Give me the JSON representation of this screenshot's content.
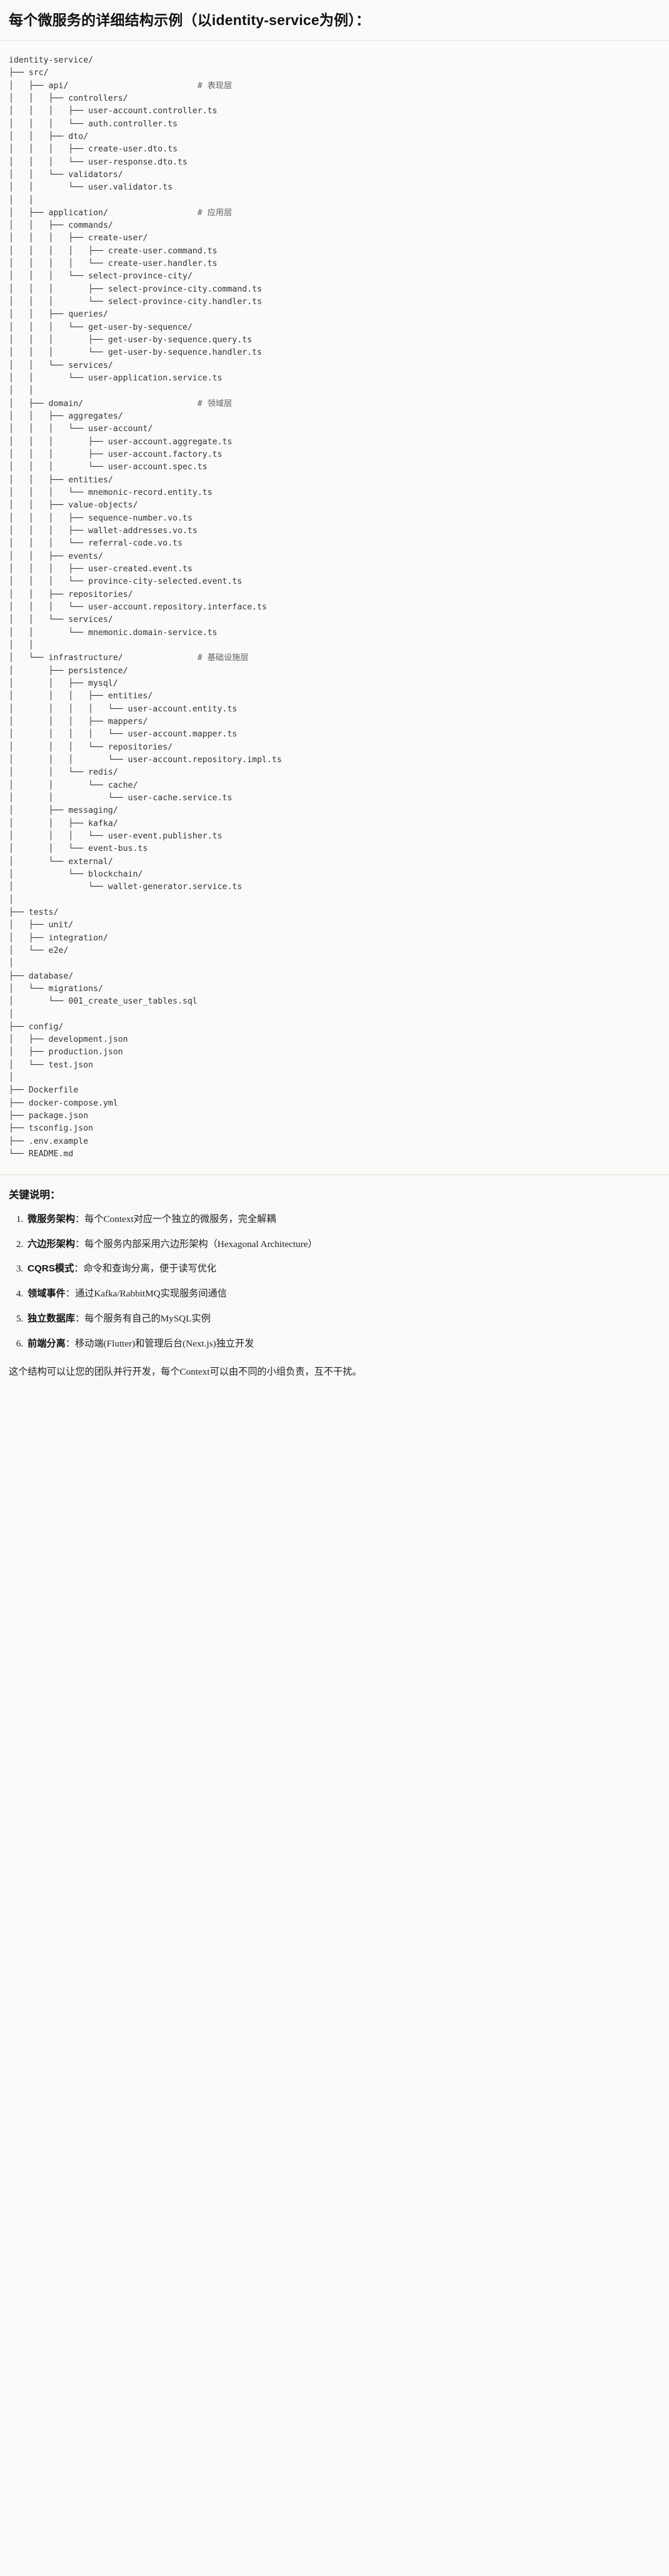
{
  "heading": "每个微服务的详细结构示例（以identity-service为例）：",
  "tree": {
    "root_label": "identity-service/",
    "comment_prefix": "# ",
    "lines": [
      {
        "text": "identity-service/",
        "comment": ""
      },
      {
        "text": "├── src/",
        "comment": ""
      },
      {
        "text": "│   ├── api/",
        "comment": "# 表现层"
      },
      {
        "text": "│   │   ├── controllers/",
        "comment": ""
      },
      {
        "text": "│   │   │   ├── user-account.controller.ts",
        "comment": ""
      },
      {
        "text": "│   │   │   └── auth.controller.ts",
        "comment": ""
      },
      {
        "text": "│   │   ├── dto/",
        "comment": ""
      },
      {
        "text": "│   │   │   ├── create-user.dto.ts",
        "comment": ""
      },
      {
        "text": "│   │   │   └── user-response.dto.ts",
        "comment": ""
      },
      {
        "text": "│   │   └── validators/",
        "comment": ""
      },
      {
        "text": "│   │       └── user.validator.ts",
        "comment": ""
      },
      {
        "text": "│   │",
        "comment": ""
      },
      {
        "text": "│   ├── application/",
        "comment": "# 应用层"
      },
      {
        "text": "│   │   ├── commands/",
        "comment": ""
      },
      {
        "text": "│   │   │   ├── create-user/",
        "comment": ""
      },
      {
        "text": "│   │   │   │   ├── create-user.command.ts",
        "comment": ""
      },
      {
        "text": "│   │   │   │   └── create-user.handler.ts",
        "comment": ""
      },
      {
        "text": "│   │   │   └── select-province-city/",
        "comment": ""
      },
      {
        "text": "│   │   │       ├── select-province-city.command.ts",
        "comment": ""
      },
      {
        "text": "│   │   │       └── select-province-city.handler.ts",
        "comment": ""
      },
      {
        "text": "│   │   ├── queries/",
        "comment": ""
      },
      {
        "text": "│   │   │   └── get-user-by-sequence/",
        "comment": ""
      },
      {
        "text": "│   │   │       ├── get-user-by-sequence.query.ts",
        "comment": ""
      },
      {
        "text": "│   │   │       └── get-user-by-sequence.handler.ts",
        "comment": ""
      },
      {
        "text": "│   │   └── services/",
        "comment": ""
      },
      {
        "text": "│   │       └── user-application.service.ts",
        "comment": ""
      },
      {
        "text": "│   │",
        "comment": ""
      },
      {
        "text": "│   ├── domain/",
        "comment": "# 领域层"
      },
      {
        "text": "│   │   ├── aggregates/",
        "comment": ""
      },
      {
        "text": "│   │   │   └── user-account/",
        "comment": ""
      },
      {
        "text": "│   │   │       ├── user-account.aggregate.ts",
        "comment": ""
      },
      {
        "text": "│   │   │       ├── user-account.factory.ts",
        "comment": ""
      },
      {
        "text": "│   │   │       └── user-account.spec.ts",
        "comment": ""
      },
      {
        "text": "│   │   ├── entities/",
        "comment": ""
      },
      {
        "text": "│   │   │   └── mnemonic-record.entity.ts",
        "comment": ""
      },
      {
        "text": "│   │   ├── value-objects/",
        "comment": ""
      },
      {
        "text": "│   │   │   ├── sequence-number.vo.ts",
        "comment": ""
      },
      {
        "text": "│   │   │   ├── wallet-addresses.vo.ts",
        "comment": ""
      },
      {
        "text": "│   │   │   └── referral-code.vo.ts",
        "comment": ""
      },
      {
        "text": "│   │   ├── events/",
        "comment": ""
      },
      {
        "text": "│   │   │   ├── user-created.event.ts",
        "comment": ""
      },
      {
        "text": "│   │   │   └── province-city-selected.event.ts",
        "comment": ""
      },
      {
        "text": "│   │   ├── repositories/",
        "comment": ""
      },
      {
        "text": "│   │   │   └── user-account.repository.interface.ts",
        "comment": ""
      },
      {
        "text": "│   │   └── services/",
        "comment": ""
      },
      {
        "text": "│   │       └── mnemonic.domain-service.ts",
        "comment": ""
      },
      {
        "text": "│   │",
        "comment": ""
      },
      {
        "text": "│   └── infrastructure/",
        "comment": "# 基础设施层"
      },
      {
        "text": "│       ├── persistence/",
        "comment": ""
      },
      {
        "text": "│       │   ├── mysql/",
        "comment": ""
      },
      {
        "text": "│       │   │   ├── entities/",
        "comment": ""
      },
      {
        "text": "│       │   │   │   └── user-account.entity.ts",
        "comment": ""
      },
      {
        "text": "│       │   │   ├── mappers/",
        "comment": ""
      },
      {
        "text": "│       │   │   │   └── user-account.mapper.ts",
        "comment": ""
      },
      {
        "text": "│       │   │   └── repositories/",
        "comment": ""
      },
      {
        "text": "│       │   │       └── user-account.repository.impl.ts",
        "comment": ""
      },
      {
        "text": "│       │   └── redis/",
        "comment": ""
      },
      {
        "text": "│       │       └── cache/",
        "comment": ""
      },
      {
        "text": "│       │           └── user-cache.service.ts",
        "comment": ""
      },
      {
        "text": "│       ├── messaging/",
        "comment": ""
      },
      {
        "text": "│       │   ├── kafka/",
        "comment": ""
      },
      {
        "text": "│       │   │   └── user-event.publisher.ts",
        "comment": ""
      },
      {
        "text": "│       │   └── event-bus.ts",
        "comment": ""
      },
      {
        "text": "│       └── external/",
        "comment": ""
      },
      {
        "text": "│           └── blockchain/",
        "comment": ""
      },
      {
        "text": "│               └── wallet-generator.service.ts",
        "comment": ""
      },
      {
        "text": "│",
        "comment": ""
      },
      {
        "text": "├── tests/",
        "comment": ""
      },
      {
        "text": "│   ├── unit/",
        "comment": ""
      },
      {
        "text": "│   ├── integration/",
        "comment": ""
      },
      {
        "text": "│   └── e2e/",
        "comment": ""
      },
      {
        "text": "│",
        "comment": ""
      },
      {
        "text": "├── database/",
        "comment": ""
      },
      {
        "text": "│   └── migrations/",
        "comment": ""
      },
      {
        "text": "│       └── 001_create_user_tables.sql",
        "comment": ""
      },
      {
        "text": "│",
        "comment": ""
      },
      {
        "text": "├── config/",
        "comment": ""
      },
      {
        "text": "│   ├── development.json",
        "comment": ""
      },
      {
        "text": "│   ├── production.json",
        "comment": ""
      },
      {
        "text": "│   └── test.json",
        "comment": ""
      },
      {
        "text": "│",
        "comment": ""
      },
      {
        "text": "├── Dockerfile",
        "comment": ""
      },
      {
        "text": "├── docker-compose.yml",
        "comment": ""
      },
      {
        "text": "├── package.json",
        "comment": ""
      },
      {
        "text": "├── tsconfig.json",
        "comment": ""
      },
      {
        "text": "├── .env.example",
        "comment": ""
      },
      {
        "text": "└── README.md",
        "comment": ""
      }
    ]
  },
  "notes": {
    "title": "关键说明：",
    "items": [
      {
        "term": "微服务架构",
        "sep": "：",
        "desc": "每个Context对应一个独立的微服务，完全解耦"
      },
      {
        "term": "六边形架构",
        "sep": "：",
        "desc": "每个服务内部采用六边形架构（Hexagonal Architecture）"
      },
      {
        "term": "CQRS模式",
        "sep": "：",
        "desc": "命令和查询分离，便于读写优化"
      },
      {
        "term": "领域事件",
        "sep": "：",
        "desc": "通过Kafka/RabbitMQ实现服务间通信"
      },
      {
        "term": "独立数据库",
        "sep": "：",
        "desc": "每个服务有自己的MySQL实例"
      },
      {
        "term": "前端分离",
        "sep": "：",
        "desc": "移动端(Flutter)和管理后台(Next.js)独立开发"
      }
    ],
    "closing": "这个结构可以让您的团队并行开发，每个Context可以由不同的小组负责，互不干扰。"
  },
  "colors": {
    "background": "#faf9f7",
    "text": "#1a1a1a",
    "code_text": "#2e3338",
    "comment_text": "#5b6169",
    "rule": "#e3e1dd"
  },
  "comment_column": 38
}
